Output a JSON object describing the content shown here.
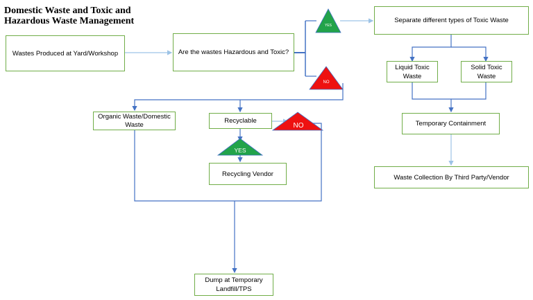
{
  "title": {
    "line1": "Domestic Waste and Toxic and",
    "line2": "Hazardous Waste Management"
  },
  "nodes": {
    "wastes_produced": "Wastes Produced at Yard/Workshop",
    "hazardous_question": "Are the wastes Hazardous and Toxic?",
    "separate_toxic": "Separate different types of Toxic Waste",
    "liquid_toxic": "Liquid Toxic Waste",
    "solid_toxic": "Solid Toxic Waste",
    "temporary_containment": "Temporary Containment",
    "waste_collection": "Waste Collection By Third Party/Vendor",
    "organic": "Organic Waste/Domestic Waste",
    "recyclable": "Recyclable",
    "recycling_vendor": "Recycling Vendor",
    "dump": "Dump at Temporary Landfill/TPS"
  },
  "decisions": {
    "yes_top": "YES",
    "no_top": "NO",
    "yes_recycle": "YES",
    "no_recycle": "NO"
  },
  "colors": {
    "box_border": "#70ad47",
    "connector": "#4472c4",
    "yes": "#22a34a",
    "no": "#ee1111"
  }
}
